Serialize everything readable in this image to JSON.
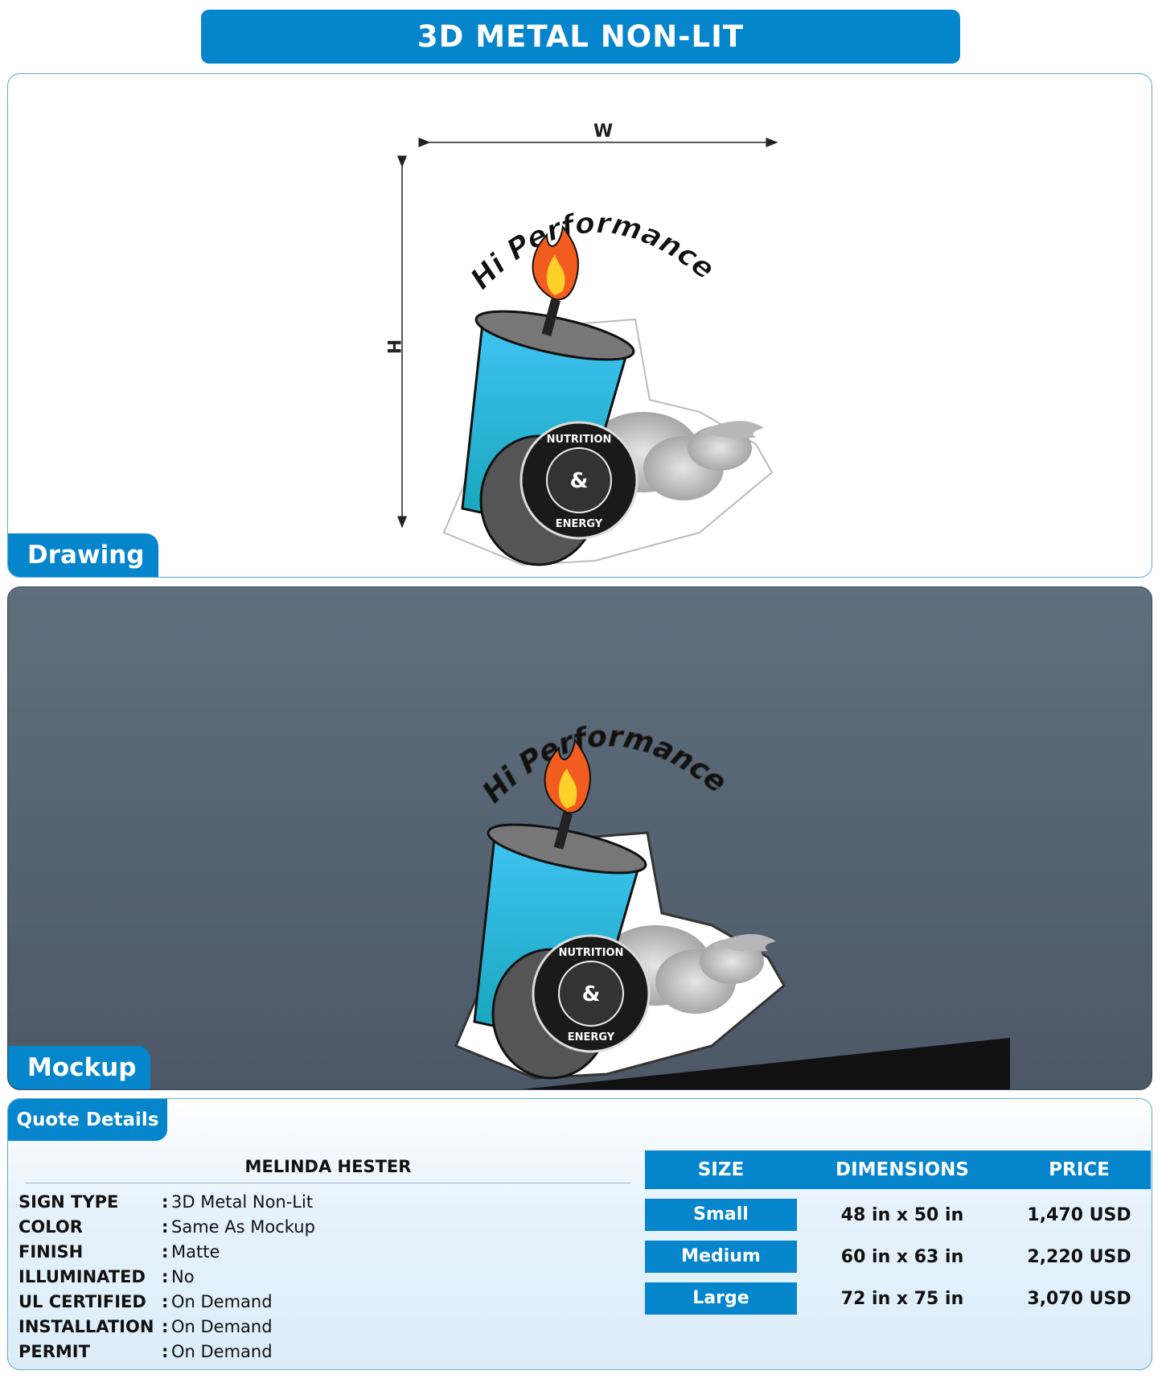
{
  "header": {
    "title": "3D METAL NON-LIT"
  },
  "drawing": {
    "tab_label": "Drawing",
    "width_label": "W",
    "height_label": "H"
  },
  "logo": {
    "arc_text": "Hi Performance",
    "badge_top": "NUTRITION",
    "badge_mid": "&",
    "badge_bottom": "ENERGY"
  },
  "mockup": {
    "tab_label": "Mockup"
  },
  "quote": {
    "tab_label": "Quote Details",
    "customer_name": "MELINDA HESTER",
    "specs": [
      {
        "label": "SIGN TYPE",
        "value": "3D Metal Non-Lit"
      },
      {
        "label": "COLOR",
        "value": "Same As Mockup"
      },
      {
        "label": "FINISH",
        "value": "Matte"
      },
      {
        "label": "ILLUMINATED",
        "value": "No"
      },
      {
        "label": "UL CERTIFIED",
        "value": "On Demand"
      },
      {
        "label": "INSTALLATION",
        "value": "On Demand"
      },
      {
        "label": "PERMIT",
        "value": "On Demand"
      }
    ],
    "table": {
      "headers": {
        "size": "SIZE",
        "dimensions": "DIMENSIONS",
        "price": "PRICE"
      },
      "rows": [
        {
          "size": "Small",
          "dimensions": "48 in x 50 in",
          "price": "1,470 USD"
        },
        {
          "size": "Medium",
          "dimensions": "60 in x 63 in",
          "price": "2,220 USD"
        },
        {
          "size": "Large",
          "dimensions": "72 in x 75 in",
          "price": "3,070 USD"
        }
      ]
    }
  },
  "colors": {
    "brand_blue": "#0585cc",
    "cup_top": "#3fc4f2",
    "cup_bottom": "#16a3b8",
    "flame": "#f25c1f"
  }
}
